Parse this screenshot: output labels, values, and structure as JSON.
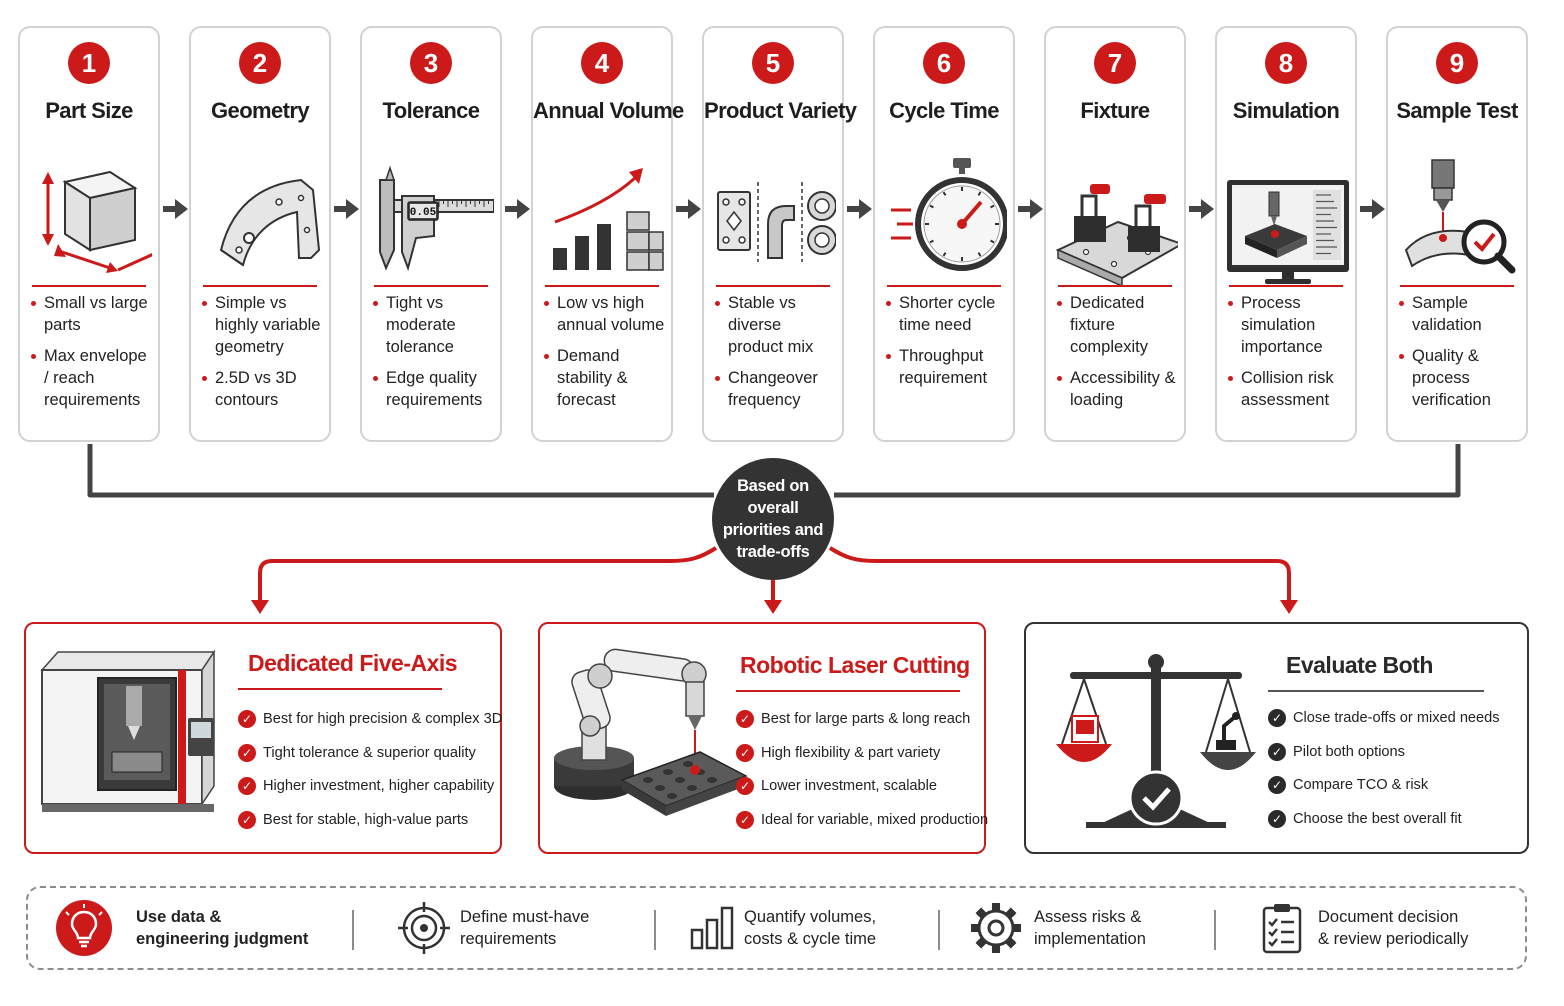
{
  "accent_color": "#cc1a1a",
  "steps": [
    {
      "number": "1",
      "title": "Part Size",
      "icon": "cube-dimension-icon",
      "bullets": [
        "Small vs large parts",
        "Max envelope / reach requirements"
      ]
    },
    {
      "number": "2",
      "title": "Geometry",
      "icon": "curved-part-icon",
      "bullets": [
        "Simple vs highly variable geometry",
        "2.5D vs 3D contours"
      ]
    },
    {
      "number": "3",
      "title": "Tolerance",
      "icon": "caliper-icon",
      "caliper_reading": "0.05",
      "bullets": [
        "Tight vs moderate tolerance",
        "Edge quality requirements"
      ]
    },
    {
      "number": "4",
      "title": "Annual Volume",
      "icon": "growth-chart-icon",
      "bullets": [
        "Low vs high annual volume",
        "Demand stability & forecast"
      ]
    },
    {
      "number": "5",
      "title": "Product Variety",
      "icon": "product-variants-icon",
      "bullets": [
        "Stable vs diverse product mix",
        "Changeover frequency"
      ]
    },
    {
      "number": "6",
      "title": "Cycle Time",
      "icon": "stopwatch-icon",
      "bullets": [
        "Shorter cycle time need",
        "Throughput requirement"
      ]
    },
    {
      "number": "7",
      "title": "Fixture",
      "icon": "fixture-clamp-icon",
      "bullets": [
        "Dedicated fixture complexity",
        "Accessibility & loading"
      ]
    },
    {
      "number": "8",
      "title": "Simulation",
      "icon": "simulation-monitor-icon",
      "bullets": [
        "Process simulation importance",
        "Collision risk assessment"
      ]
    },
    {
      "number": "9",
      "title": "Sample Test",
      "icon": "inspection-magnifier-icon",
      "bullets": [
        "Sample validation",
        "Quality & process verification"
      ]
    }
  ],
  "hub_text": "Based on overall priorities and trade-offs",
  "options": [
    {
      "title": "Dedicated Five-Axis",
      "icon": "five-axis-machine-icon",
      "items": [
        "Best for high precision & complex 3D",
        "Tight tolerance & superior quality",
        "Higher investment, higher capability",
        "Best for stable, high-value parts"
      ]
    },
    {
      "title": "Robotic Laser Cutting",
      "icon": "robot-arm-laser-icon",
      "items": [
        "Best for large parts & long reach",
        "High flexibility & part variety",
        "Lower investment, scalable",
        "Ideal for variable, mixed production"
      ]
    },
    {
      "title": "Evaluate Both",
      "icon": "balance-scale-icon",
      "items": [
        "Close trade-offs or mixed needs",
        "Pilot both options",
        "Compare TCO & risk",
        "Choose the best overall fit"
      ]
    }
  ],
  "tips": [
    {
      "icon": "lightbulb-icon",
      "text": [
        "Use data &",
        "engineering judgment"
      ]
    },
    {
      "icon": "target-icon",
      "text": [
        "Define must-have",
        "requirements"
      ]
    },
    {
      "icon": "bar-chart-icon",
      "text": [
        "Quantify volumes,",
        "costs & cycle time"
      ]
    },
    {
      "icon": "gear-icon",
      "text": [
        "Assess risks &",
        "implementation"
      ]
    },
    {
      "icon": "clipboard-checklist-icon",
      "text": [
        "Document decision",
        "& review periodically"
      ]
    }
  ]
}
